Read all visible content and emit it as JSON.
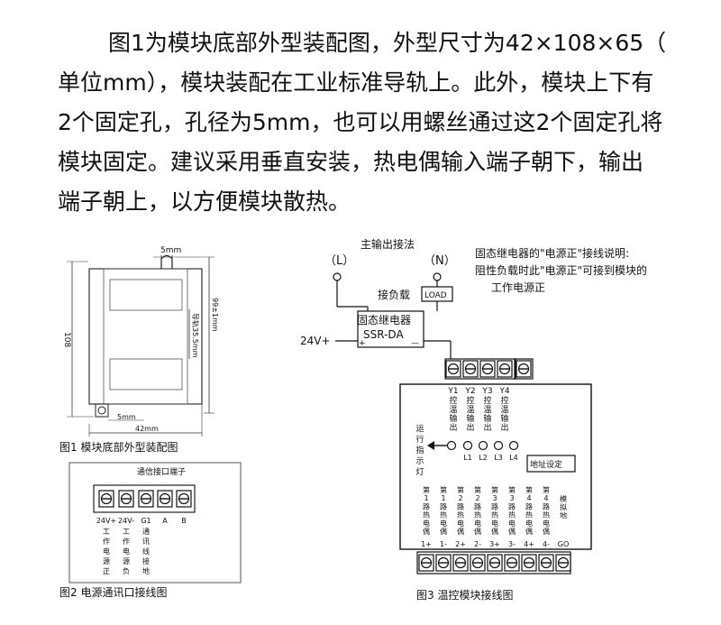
{
  "paragraph": {
    "lines": [
      "图1为模块底部外型装配图，外型尺寸为42×108×65（",
      "单位mm），模块装配在工业标准导轨上。此外，模块上下有",
      "2个固定孔，孔径为5mm，也可以用螺丝通过这2个固定孔将",
      "模块固定。建议采用垂直安装，热电偶输入端子朝下，输出",
      "端子朝上，以方便模块散热。"
    ]
  },
  "fig1": {
    "caption": "图1 模块底部外型装配图",
    "dim_top": "5mm",
    "dim_left": "108",
    "dim_rail": "导轨35.5mm",
    "dim_right": "99±1mm",
    "dim_bottom_inner": "5mm",
    "dim_bottom_outer": "42mm"
  },
  "fig2": {
    "caption": "图2 电源通讯口接线图",
    "title": "通信接口端子",
    "terminals": [
      {
        "top": "24V+",
        "chars": [
          "工",
          "作",
          "电",
          "源",
          "正"
        ]
      },
      {
        "top": "24V-",
        "chars": [
          "工",
          "作",
          "电",
          "源",
          "负"
        ]
      },
      {
        "top": "G1",
        "chars": [
          "通",
          "讯",
          "线",
          "接",
          "地"
        ]
      },
      {
        "top": "A",
        "chars": []
      },
      {
        "top": "B",
        "chars": []
      }
    ]
  },
  "fig3": {
    "caption": "图3 温控模块接线图",
    "main_output": "主输出接法",
    "l_label": "（L）",
    "n_label": "（N）",
    "load_label": "接负载",
    "load_box": "LOAD",
    "ssr_title": "固态继电器",
    "ssr_model": "SSR-DA",
    "ssr_plus": "+",
    "ssr_minus": "—",
    "v24": "24V+",
    "note_lines": [
      "固态继电器的\"电源正\"接线说明:",
      "阻性负载时此\"电源正\"可接到模块的",
      "工作电源正"
    ],
    "outputs": [
      {
        "name": "Y1",
        "chars": [
          "控",
          "温",
          "输",
          "出"
        ]
      },
      {
        "name": "Y2",
        "chars": [
          "控",
          "温",
          "输",
          "出"
        ]
      },
      {
        "name": "Y3",
        "chars": [
          "控",
          "温",
          "输",
          "出"
        ]
      },
      {
        "name": "Y4",
        "chars": [
          "控",
          "温",
          "输",
          "出"
        ]
      }
    ],
    "run_light": [
      "运",
      "行",
      "指",
      "示",
      "灯"
    ],
    "leds": [
      "L1",
      "L2",
      "L3",
      "L4"
    ],
    "address_setting": "地址设定",
    "inputs": [
      {
        "chars": [
          "第",
          "1",
          "路",
          "热",
          "电",
          "偶"
        ],
        "sign": "1+"
      },
      {
        "chars": [
          "第",
          "1",
          "路",
          "热",
          "电",
          "偶"
        ],
        "sign": "1-"
      },
      {
        "chars": [
          "第",
          "2",
          "路",
          "热",
          "电",
          "偶"
        ],
        "sign": "2+"
      },
      {
        "chars": [
          "第",
          "2",
          "路",
          "热",
          "电",
          "偶"
        ],
        "sign": "2-"
      },
      {
        "chars": [
          "第",
          "3",
          "路",
          "热",
          "电",
          "偶"
        ],
        "sign": "3+"
      },
      {
        "chars": [
          "第",
          "3",
          "路",
          "热",
          "电",
          "偶"
        ],
        "sign": "3-"
      },
      {
        "chars": [
          "第",
          "4",
          "路",
          "热",
          "电",
          "偶"
        ],
        "sign": "4+"
      },
      {
        "chars": [
          "第",
          "4",
          "路",
          "热",
          "电",
          "偶"
        ],
        "sign": "4-"
      },
      {
        "chars": [
          "模",
          "拟",
          "地"
        ],
        "sign": "GO"
      }
    ]
  }
}
